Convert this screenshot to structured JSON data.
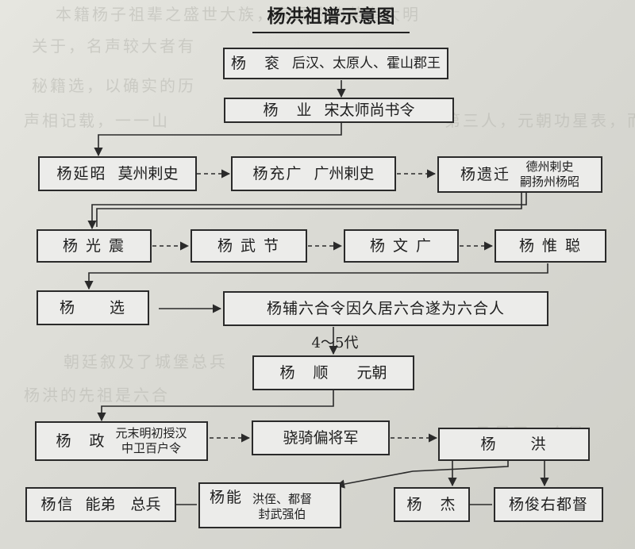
{
  "title": "杨洪祖谱示意图",
  "generation_gap": "4～5代",
  "nodes": {
    "yang_gun": {
      "name": "杨　衮",
      "desc": "后汉、太原人、霍山郡王"
    },
    "yang_ye": {
      "name": "杨　业",
      "desc": "宋太师尚书令"
    },
    "yang_yanzhao": {
      "name": "杨延昭",
      "desc": "莫州剌史"
    },
    "yang_chongguang": {
      "name": "杨充广",
      "desc": "广州剌史"
    },
    "yang_yiqian": {
      "name": "杨遗迁",
      "desc_line1": "德州剌史",
      "desc_line2": "嗣扬州杨昭"
    },
    "yang_guangzhen": {
      "name": "杨 光 震"
    },
    "yang_wujie": {
      "name": "杨 武 节"
    },
    "yang_wenguang": {
      "name": "杨 文 广"
    },
    "yang_weicong": {
      "name": "杨 惟 聪"
    },
    "yang_xuan": {
      "name": "杨　　选"
    },
    "yang_luhe": {
      "name": "杨辅六合令因久居六合遂为六合人"
    },
    "yang_shun": {
      "name": "杨　顺",
      "desc": "元朝"
    },
    "yang_zheng": {
      "name": "杨　政",
      "desc_line1": "元末明初授汉",
      "desc_line2": "中卫百户令"
    },
    "yang_jianwei": {
      "name": "骁骑偏将军"
    },
    "yang_hong": {
      "name": "杨　　洪"
    },
    "yang_xin": {
      "name": "杨信",
      "desc": "能弟　总兵"
    },
    "yang_neng": {
      "name": "杨能",
      "desc_line1": "洪侄、都督",
      "desc_line2": "封武强伯"
    },
    "yang_jie": {
      "name": "杨　杰"
    },
    "yang_jun": {
      "name": "杨俊右都督"
    }
  },
  "background_text": [
    "本籍杨子祖辈之盛世大族，家国的的英有大明",
    "关于，名声较大者有",
    "秘籍选，以确实的历",
    "声相记载，一一山",
    "第三人，元朝功星表，而大将",
    "朝廷叙及了城堡总兵",
    "杨洪的先祖是六合",
    "乃是了一个最"
  ]
}
